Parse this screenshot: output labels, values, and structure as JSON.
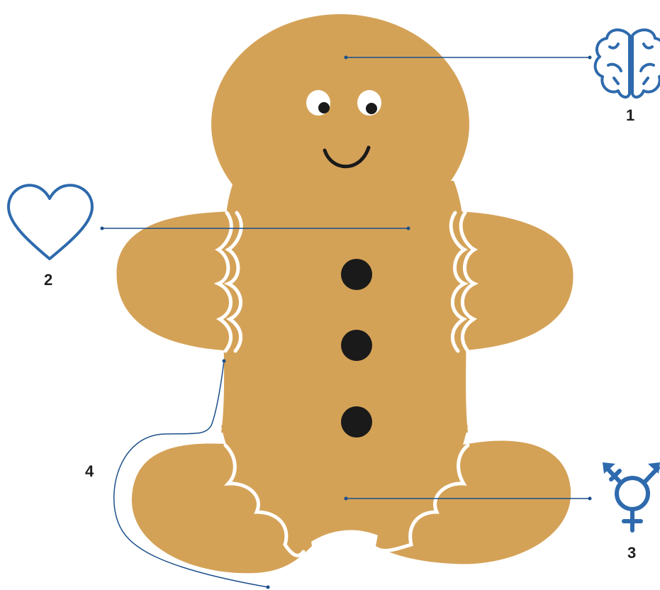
{
  "figure": {
    "background": "#ffffff",
    "cookie_color": "#d4a257",
    "icing_color": "#ffffff",
    "ink_color": "#1a1a1a",
    "accent_color": "#2e6aad",
    "connector_color": "#1b4f8a"
  },
  "callouts": [
    {
      "number": "1",
      "icon": "brain-icon"
    },
    {
      "number": "2",
      "icon": "heart-icon"
    },
    {
      "number": "3",
      "icon": "transgender-symbol-icon"
    },
    {
      "number": "4",
      "icon": "none"
    }
  ]
}
